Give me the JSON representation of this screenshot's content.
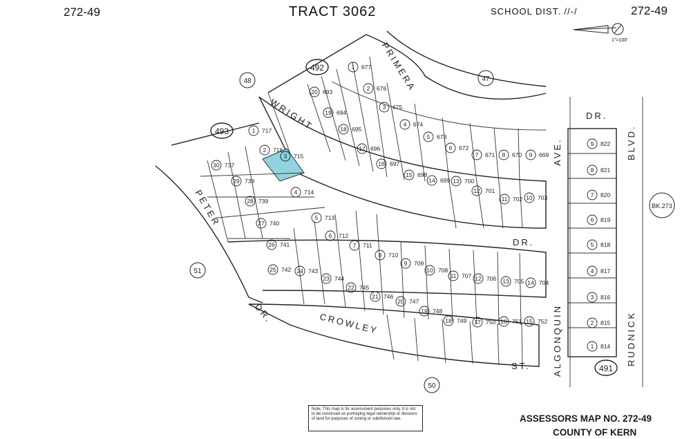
{
  "header": {
    "book_page_left": "272-49",
    "book_page_right": "272-49",
    "tract": "TRACT 3062",
    "school_district": "SCHOOL DIST. //-/",
    "scale": "1\"=100'"
  },
  "streets": {
    "primera": "PRIMERA",
    "wright": "WRIGHT",
    "peter": "PETER",
    "dr_peter": "DR.",
    "crowley": "CROWLEY",
    "st_crowley": "ST.",
    "algonquin": "ALGONQUIN",
    "ave_algonquin": "AVE.",
    "rudnick": "RUDNICK",
    "blvd_rudnick": "BLVD.",
    "dr_top": "DR.",
    "dr_middle": "DR."
  },
  "blocks": [
    "48",
    "492",
    "47",
    "493",
    "51",
    "50",
    "491"
  ],
  "book_ref": "BK.273",
  "highlighted_parcel": {
    "lot": "3",
    "apn": "715"
  },
  "lots_right_column": [
    {
      "lot": "9",
      "apn": "822"
    },
    {
      "lot": "8",
      "apn": "821"
    },
    {
      "lot": "7",
      "apn": "820"
    },
    {
      "lot": "6",
      "apn": "819"
    },
    {
      "lot": "5",
      "apn": "818"
    },
    {
      "lot": "4",
      "apn": "817"
    },
    {
      "lot": "3",
      "apn": "816"
    },
    {
      "lot": "2",
      "apn": "815"
    },
    {
      "lot": "1",
      "apn": "814"
    }
  ],
  "lots_upper_arc": [
    {
      "lot": "1",
      "apn": "677"
    },
    {
      "lot": "2",
      "apn": "676"
    },
    {
      "lot": "3",
      "apn": "675"
    },
    {
      "lot": "4",
      "apn": "674"
    },
    {
      "lot": "5",
      "apn": "673"
    },
    {
      "lot": "6",
      "apn": "672"
    },
    {
      "lot": "7",
      "apn": "671"
    },
    {
      "lot": "8",
      "apn": "670"
    },
    {
      "lot": "9",
      "apn": "669"
    }
  ],
  "lots_upper_arc_inner": [
    {
      "lot": "20",
      "apn": "693"
    },
    {
      "lot": "19",
      "apn": "694"
    },
    {
      "lot": "18",
      "apn": "695"
    },
    {
      "lot": "17",
      "apn": "696"
    },
    {
      "lot": "16",
      "apn": "697"
    },
    {
      "lot": "15",
      "apn": "698"
    },
    {
      "lot": "14",
      "apn": "699"
    },
    {
      "lot": "13",
      "apn": "700"
    },
    {
      "lot": "12",
      "apn": "701"
    },
    {
      "lot": "11",
      "apn": "702"
    },
    {
      "lot": "10",
      "apn": "703"
    }
  ],
  "lots_left_block": [
    {
      "lot": "1",
      "apn": "717"
    },
    {
      "lot": "2",
      "apn": "716"
    },
    {
      "lot": "3",
      "apn": "715"
    },
    {
      "lot": "4",
      "apn": "714"
    },
    {
      "lot": "5",
      "apn": "713"
    },
    {
      "lot": "6",
      "apn": "712"
    },
    {
      "lot": "7",
      "apn": "711"
    },
    {
      "lot": "8",
      "apn": "710"
    },
    {
      "lot": "9",
      "apn": "709"
    },
    {
      "lot": "10",
      "apn": "708"
    },
    {
      "lot": "11",
      "apn": "707"
    },
    {
      "lot": "12",
      "apn": "706"
    },
    {
      "lot": "13",
      "apn": "705"
    },
    {
      "lot": "14",
      "apn": "704"
    },
    {
      "lot": "30",
      "apn": "737"
    },
    {
      "lot": "29",
      "apn": "738"
    },
    {
      "lot": "28",
      "apn": "739"
    },
    {
      "lot": "27",
      "apn": "740"
    },
    {
      "lot": "26",
      "apn": "741"
    },
    {
      "lot": "25",
      "apn": "742"
    },
    {
      "lot": "24",
      "apn": "743"
    },
    {
      "lot": "23",
      "apn": "744"
    },
    {
      "lot": "22",
      "apn": "745"
    },
    {
      "lot": "21",
      "apn": "746"
    },
    {
      "lot": "20",
      "apn": "747"
    },
    {
      "lot": "19",
      "apn": "748"
    },
    {
      "lot": "18",
      "apn": "749"
    },
    {
      "lot": "17",
      "apn": "750"
    },
    {
      "lot": "16",
      "apn": "751"
    },
    {
      "lot": "15",
      "apn": "752"
    }
  ],
  "note": "Note: This map is for assessment purposes only. It is not to be construed as portraying legal ownership or divisions of land for purposes of zoning or subdivision law.",
  "footer": {
    "assessor": "ASSESSORS MAP NO. 272-49",
    "county": "COUNTY OF KERN"
  },
  "colors": {
    "highlight": "#8fd3e0",
    "ink": "#222222"
  }
}
